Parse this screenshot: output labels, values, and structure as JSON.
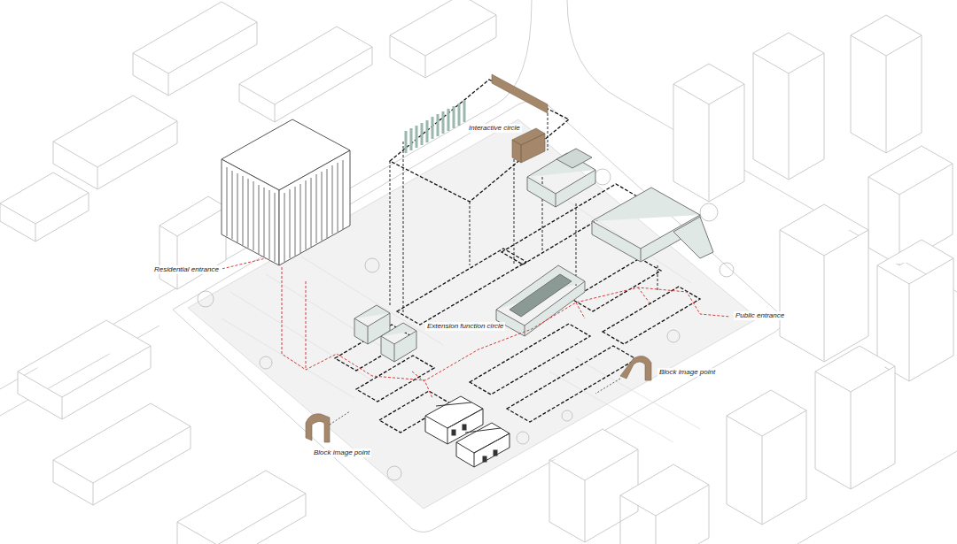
{
  "diagram": {
    "labels": [
      "Interactive circle",
      "Residential entrance",
      "Extension function circle",
      "Public entrance",
      "Block image point",
      "Block image point"
    ]
  }
}
